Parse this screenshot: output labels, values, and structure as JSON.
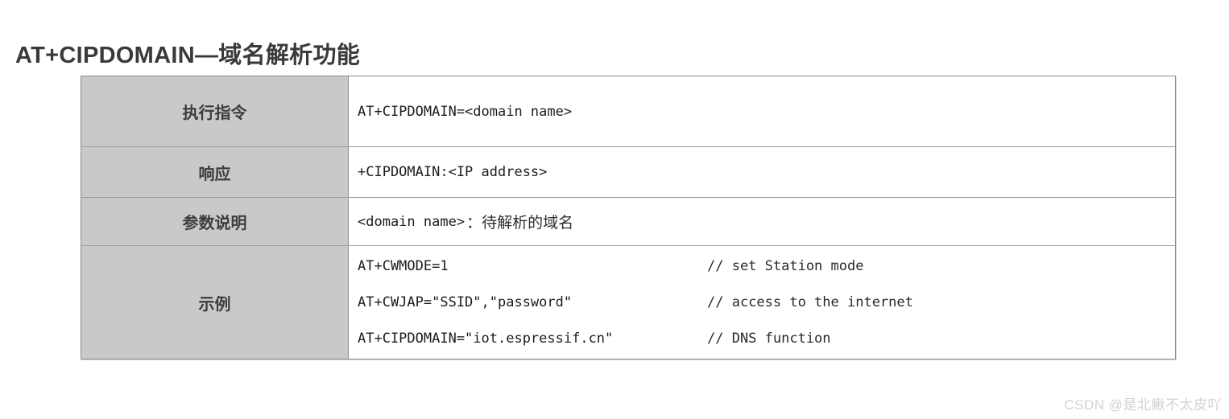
{
  "title": "AT+CIPDOMAIN—域名解析功能",
  "watermark": "CSDN @是北鳅不太皮吖",
  "table": {
    "rows": [
      {
        "label": "执行指令",
        "lines": [
          {
            "code": "AT+CIPDOMAIN=<domain name>"
          }
        ]
      },
      {
        "label": "响应",
        "lines": [
          {
            "code": "+CIPDOMAIN:<IP address>"
          }
        ]
      },
      {
        "label": "参数说明",
        "lines": [
          {
            "code": "<domain name>",
            "text": "：待解析的域名"
          }
        ]
      },
      {
        "label": "示例",
        "lines": [
          {
            "code": "AT+CWMODE=1",
            "comment": "// set Station mode"
          },
          {
            "code": "AT+CWJAP=\"SSID\",\"password\"",
            "comment": "// access to the internet"
          },
          {
            "code": "AT+CIPDOMAIN=\"iot.espressif.cn\"",
            "comment": "// DNS function"
          }
        ]
      }
    ]
  },
  "colors": {
    "header_cell_bg": "#c9c9c9",
    "table_border": "#8c8c8c",
    "title_text": "#3a3a3a",
    "code_text": "#1d1d1d",
    "watermark_text": "#d2d2d2"
  }
}
